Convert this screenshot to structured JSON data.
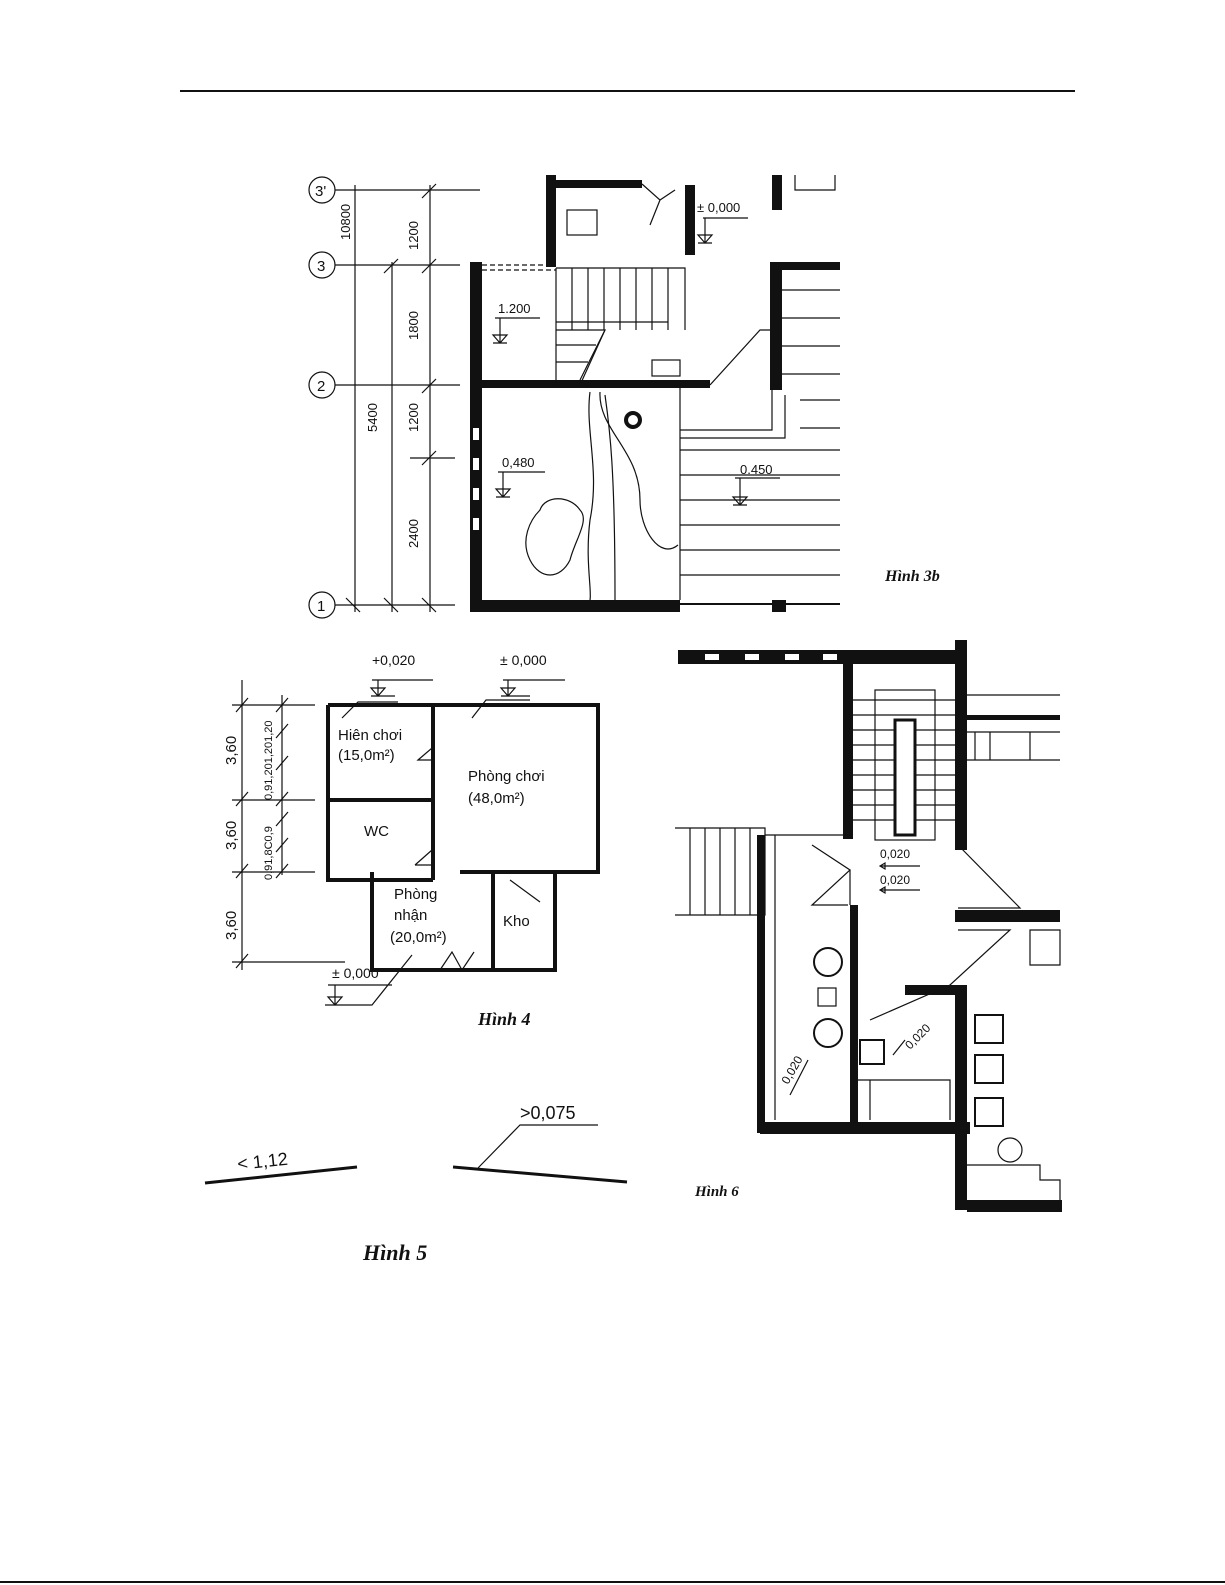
{
  "fig3b": {
    "axes": [
      "3'",
      "3",
      "2",
      "1"
    ],
    "dims_total": "10800",
    "dims_mid": "5400",
    "dims": [
      "1200",
      "1800",
      "1200",
      "2400"
    ],
    "levels": [
      "± 0,000",
      "1.200",
      "0,480",
      "0.450"
    ],
    "caption": "Hình 3b"
  },
  "fig4": {
    "levels": [
      "+0,020",
      "± 0,000",
      "± 0,000"
    ],
    "dims_outer": [
      "3,60",
      "3,60",
      "3,60"
    ],
    "dims_inner_top": "0,91,201,201,20",
    "dims_inner_bottom": "0,91,8C0,9",
    "rooms": {
      "hien_choi": "Hiên chơi",
      "hien_choi_area": "(15,0m²)",
      "phong_choi": "Phòng chơi",
      "phong_choi_area": "(48,0m²)",
      "wc": "WC",
      "phong_nhan_1": "Phòng",
      "phong_nhan_2": "nhận",
      "phong_nhan_area": "(20,0m²)",
      "kho": "Kho"
    },
    "caption": "Hình 4"
  },
  "fig5": {
    "left_label": "< 1,12",
    "right_label": ">0,075",
    "caption": "Hình 5"
  },
  "fig6": {
    "levels": [
      "0,020",
      "0,020",
      "0,020",
      "0,020"
    ],
    "caption": "Hình 6"
  }
}
